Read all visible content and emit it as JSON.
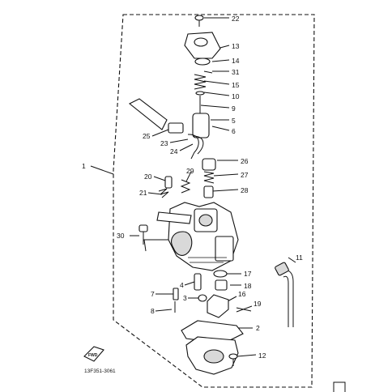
{
  "part_numbers": [
    "22",
    "13",
    "14",
    "31",
    "15",
    "10",
    "9",
    "5",
    "6",
    "25",
    "23",
    "24",
    "26",
    "1",
    "20",
    "29",
    "27",
    "21",
    "28",
    "30",
    "11",
    "17",
    "4",
    "18",
    "7",
    "3",
    "16",
    "19",
    "8",
    "2",
    "12"
  ],
  "catalog_code": "13F351-3061",
  "direction_marker": "FWD"
}
